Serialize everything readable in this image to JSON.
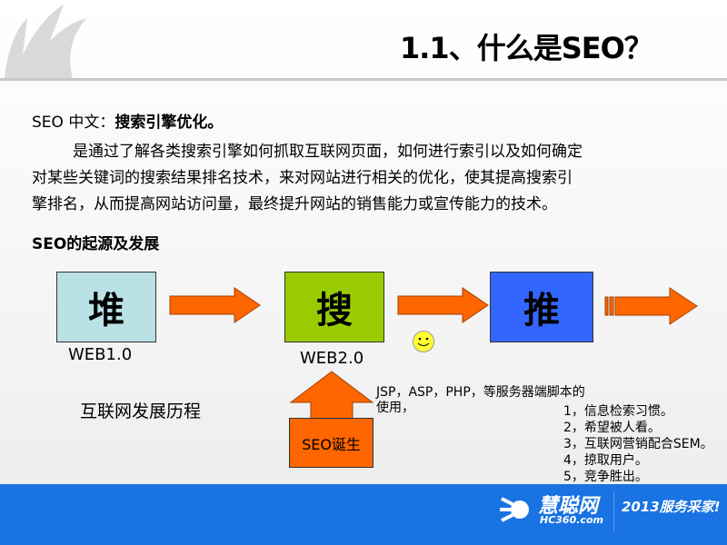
{
  "header": {
    "title": "1.1、什么是SEO？"
  },
  "intro": {
    "label": "SEO 中文：",
    "term": "搜索引擎优化。",
    "lines": [
      "是通过了解各类搜索引擎如何抓取互联网页面，如何进行索引以及如何确定",
      "对某些关键词的搜索结果排名技术，来对网站进行相关的优化，使其提高搜索引",
      "擎排名，从而提高网站访问量，最终提升网站的销售能力或宣传能力的技术。"
    ]
  },
  "section": {
    "heading": "SEO的起源及发展"
  },
  "diagram": {
    "stages": [
      {
        "char": "堆",
        "label": "WEB1.0",
        "color": "#b9e1e6"
      },
      {
        "char": "搜",
        "label": "WEB2.0",
        "color": "#99cc00"
      },
      {
        "char": "推",
        "color": "#3366ff"
      }
    ],
    "arrow_color": "#ff6600",
    "birth_box": "SEO诞生",
    "caption": "互联网发展历程",
    "note": [
      "JSP，ASP，PHP，等服务器端脚本的",
      "使用，"
    ],
    "reasons": [
      "1，信息检索习惯。",
      "2，希望被人看。",
      "3，互联网营销配合SEM。",
      "4，掠取用户。",
      "5，竞争胜出。"
    ]
  },
  "footer": {
    "logo": "慧聪网",
    "domain": "HC360.com",
    "slogan": "2013服务采家!",
    "color": "#1a73e3"
  }
}
